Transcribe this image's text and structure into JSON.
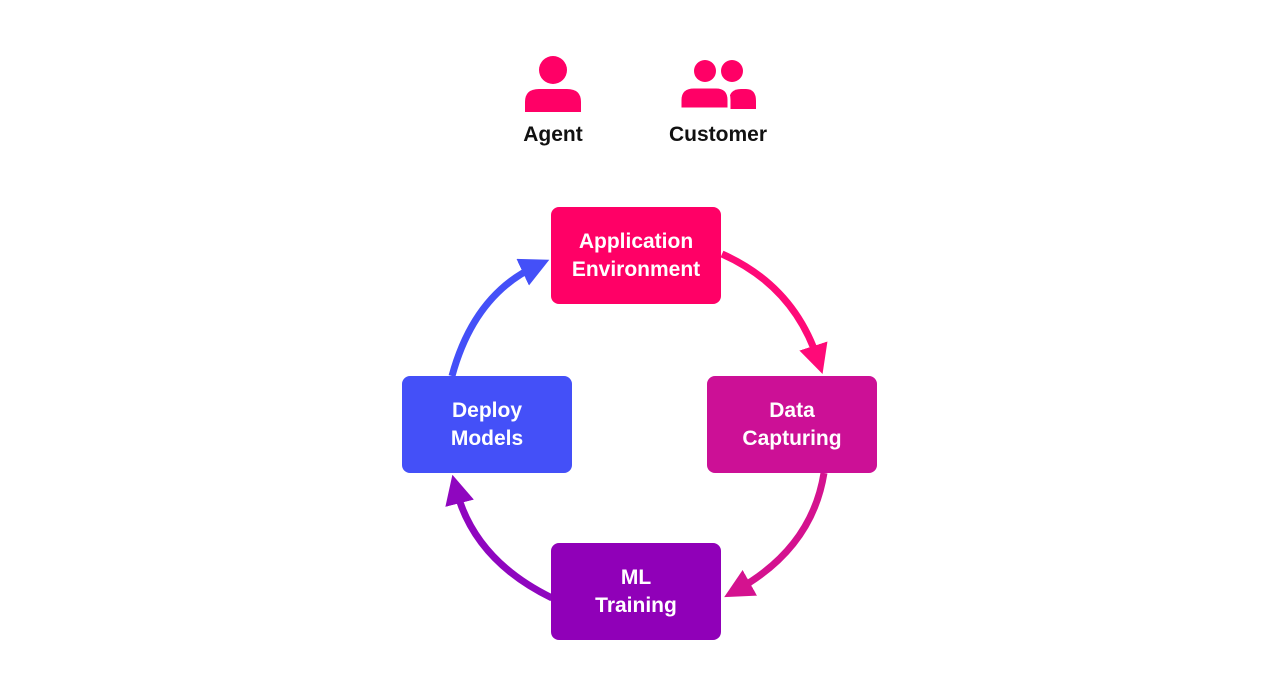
{
  "legend": {
    "agent": {
      "label": "Agent",
      "icon": "person-icon"
    },
    "customer": {
      "label": "Customer",
      "icon": "people-icon"
    },
    "icon_color": "#ff0066"
  },
  "cycle": {
    "nodes": [
      {
        "id": "application-environment",
        "lines": [
          "Application",
          "Environment"
        ],
        "color": "#ff0066"
      },
      {
        "id": "data-capturing",
        "lines": [
          "Data",
          "Capturing"
        ],
        "color": "#cc1096"
      },
      {
        "id": "ml-training",
        "lines": [
          "ML",
          "Training"
        ],
        "color": "#9000b8"
      },
      {
        "id": "deploy-models",
        "lines": [
          "Deploy",
          "Models"
        ],
        "color": "#4450f8"
      }
    ],
    "arrows": [
      {
        "from": "application-environment",
        "to": "data-capturing",
        "color": "#ff0a78"
      },
      {
        "from": "data-capturing",
        "to": "ml-training",
        "color": "#d4128f"
      },
      {
        "from": "ml-training",
        "to": "deploy-models",
        "color": "#8f06bf"
      },
      {
        "from": "deploy-models",
        "to": "application-environment",
        "color": "#4450f8"
      }
    ]
  }
}
